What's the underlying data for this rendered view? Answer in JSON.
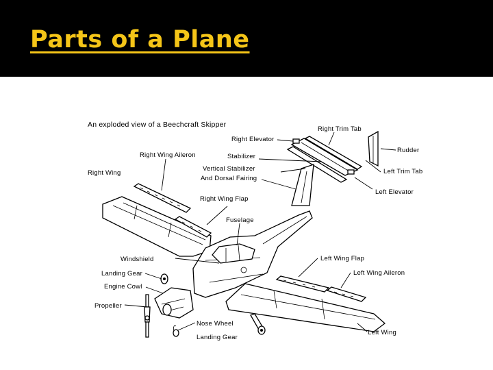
{
  "slide": {
    "title": "Parts of a Plane"
  },
  "diagram": {
    "caption": "An exploded view of a Beechcraft Skipper",
    "labels": {
      "right_trim_tab": "Right Trim Tab",
      "right_elevator": "Right Elevator",
      "rudder": "Rudder",
      "right_wing_aileron": "Right Wing Aileron",
      "stabilizer": "Stabilizer",
      "left_trim_tab": "Left Trim Tab",
      "right_wing": "Right Wing",
      "vertical_stabilizer_1": "Vertical Stabilizer",
      "vertical_stabilizer_2": "And Dorsal Fairing",
      "left_elevator": "Left Elevator",
      "right_wing_flap": "Right Wing Flap",
      "fuselage": "Fuselage",
      "windshield": "Windshield",
      "left_wing_flap": "Left Wing Flap",
      "landing_gear_main": "Landing Gear",
      "left_wing_aileron": "Left Wing Aileron",
      "engine_cowl": "Engine Cowl",
      "propeller": "Propeller",
      "nose_wheel": "Nose Wheel",
      "nose_landing_gear": "Landing Gear",
      "left_wing": "Left Wing"
    }
  }
}
